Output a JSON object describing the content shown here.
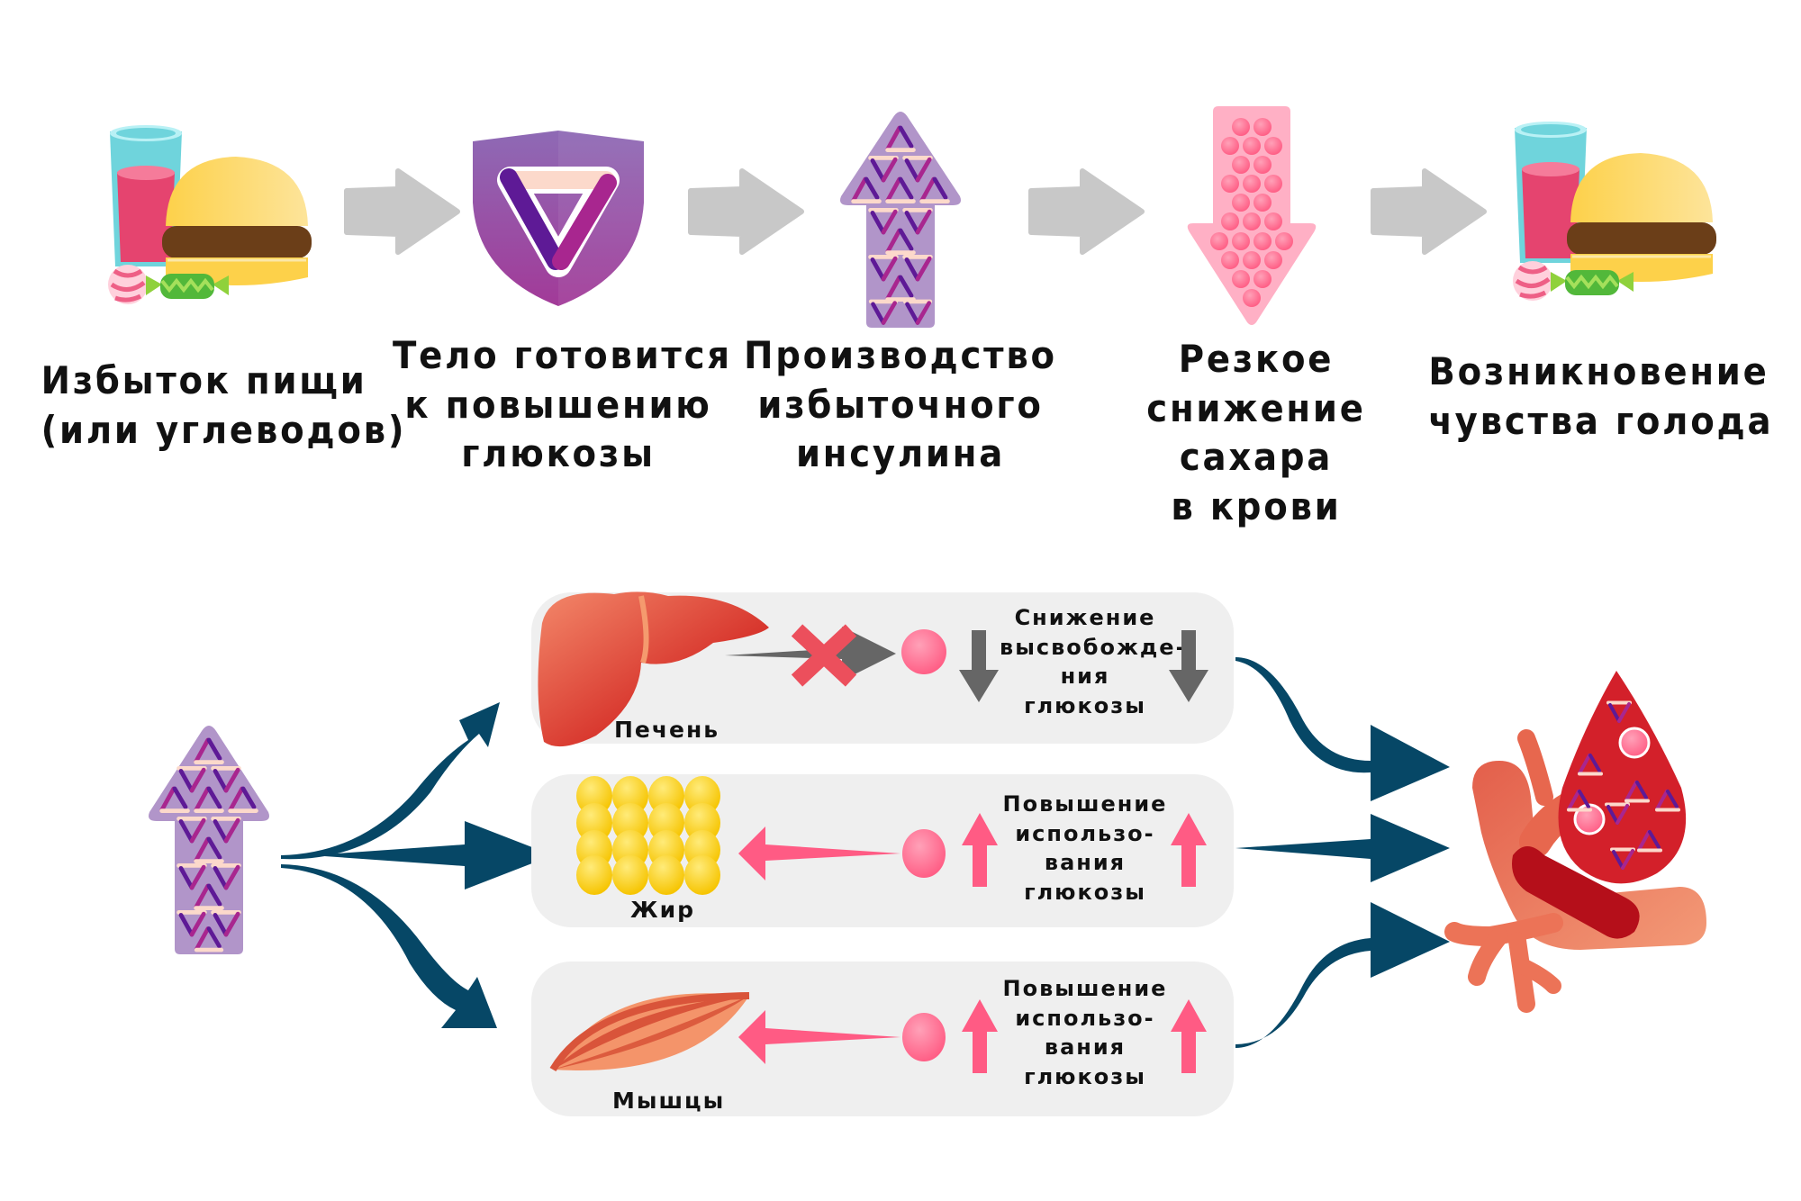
{
  "diagram": {
    "language": "ru",
    "top_flow": {
      "steps": [
        {
          "id": "food",
          "icon": "food-icon",
          "caption_lines": [
            "Избыток пищи",
            "(или углеводов)"
          ]
        },
        {
          "id": "shield",
          "icon": "shield-insulin-icon",
          "caption_lines": [
            "Тело готовится",
            "к повышению",
            "глюкозы"
          ]
        },
        {
          "id": "insulin-up",
          "icon": "insulin-arrow-up-icon",
          "caption_lines": [
            "Производство",
            "избыточного",
            "инсулина"
          ]
        },
        {
          "id": "sugar-down",
          "icon": "glucose-arrow-down-icon",
          "caption_lines": [
            "Резкое",
            "снижение",
            "сахара",
            "в крови"
          ]
        },
        {
          "id": "hunger",
          "icon": "food-icon",
          "caption_lines": [
            "Возникновение",
            "чувства голода"
          ]
        }
      ],
      "connector_icon": "gray-arrow-right-icon"
    },
    "bottom_flow": {
      "source_icon": "insulin-arrow-up-icon",
      "panels": [
        {
          "id": "liver",
          "organ_label": "Печень",
          "organ_icon": "liver-icon",
          "flow": "blocked",
          "flow_direction": "organ-to-glucose",
          "effect_direction": "down",
          "effect_color": "#666666",
          "desc_lines": [
            "Снижение",
            "высвобожде-",
            "ния",
            "глюкозы"
          ]
        },
        {
          "id": "fat",
          "organ_label": "Жир",
          "organ_icon": "fat-cells-icon",
          "flow": "open",
          "flow_direction": "glucose-to-organ",
          "effect_direction": "up",
          "effect_color": "#ff5b84",
          "desc_lines": [
            "Повышение",
            "использо-",
            "вания",
            "глюкозы"
          ]
        },
        {
          "id": "muscle",
          "organ_label": "Мышцы",
          "organ_icon": "muscle-icon",
          "flow": "open",
          "flow_direction": "glucose-to-organ",
          "effect_direction": "up",
          "effect_color": "#ff5b84",
          "desc_lines": [
            "Повышение",
            "использо-",
            "вания",
            "глюкозы"
          ]
        }
      ],
      "target_icon": "blood-vessel-drop-icon"
    },
    "colors": {
      "connector_gray": "#c8c8c8",
      "insulin_purple": "#b195c9",
      "insulin_dark": "#5e1a96",
      "insulin_magenta": "#a8268f",
      "insulin_peach": "#fcd9cb",
      "glucose_pink": "#ff6b8e",
      "glucose_arrow_bg": "#ffb0c5",
      "navy_arrow": "#064766",
      "panel_bg": "#efefef",
      "blood_red": "#d3202a",
      "vessel_orange": "#ec7357"
    }
  }
}
